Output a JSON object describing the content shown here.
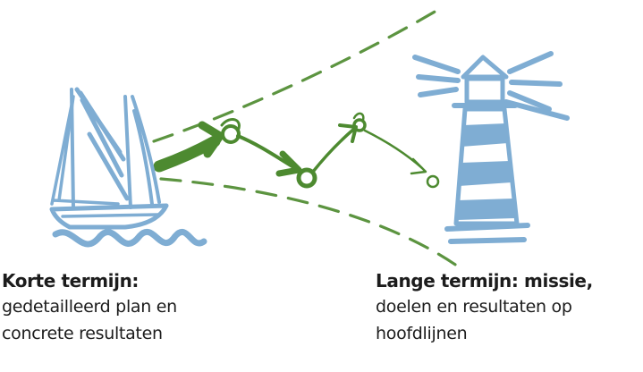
{
  "colors": {
    "blue": "#7fadd3",
    "green": "#4d8a30",
    "text": "#1c1c1c"
  },
  "illustration": {
    "elements": [
      "sailboat-icon",
      "lighthouse-icon",
      "dashed-cone",
      "zigzag-path-arrows"
    ]
  },
  "captions": {
    "left": {
      "heading": "Korte termijn:",
      "lines": [
        "gedetailleerd plan en",
        "concrete resultaten"
      ]
    },
    "right": {
      "heading": "Lange termijn: missie,",
      "lines": [
        "doelen en resultaten op",
        "hoofdlijnen"
      ]
    }
  }
}
